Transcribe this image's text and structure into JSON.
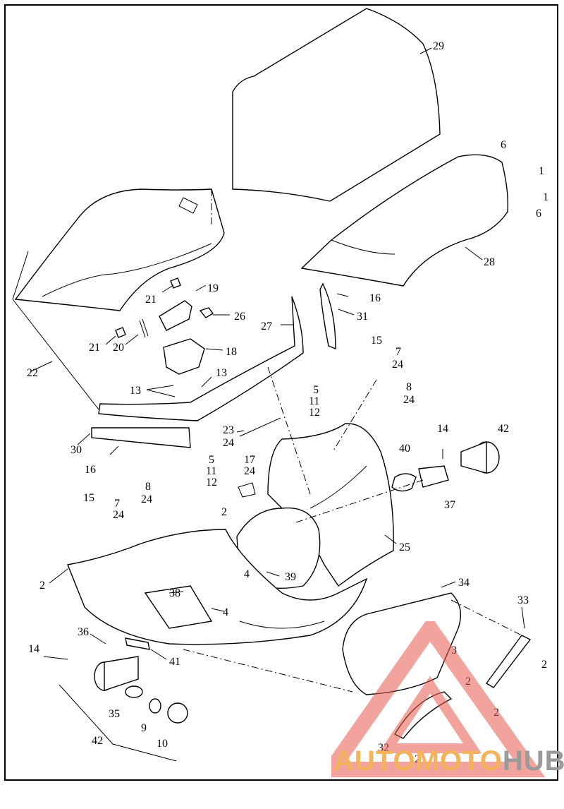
{
  "callouts": {
    "c1a": "1",
    "c1b": "1",
    "c2a": "2",
    "c2b": "2",
    "c2c": "2",
    "c2d": "2",
    "c2e": "2",
    "c2f": "2",
    "c3": "3",
    "c4a": "4",
    "c4b": "4",
    "c5a": "5",
    "c5b": "5",
    "c6a": "6",
    "c6b": "6",
    "c7a": "7",
    "c7b": "7",
    "c8a": "8",
    "c8b": "8",
    "c9": "9",
    "c10": "10",
    "c11a": "11",
    "c11b": "11",
    "c12a": "12",
    "c12b": "12",
    "c13a": "13",
    "c13b": "13",
    "c14a": "14",
    "c14b": "14",
    "c15a": "15",
    "c15b": "15",
    "c16a": "16",
    "c16b": "16",
    "c17": "17",
    "c18": "18",
    "c19": "19",
    "c20": "20",
    "c21a": "21",
    "c21b": "21",
    "c22": "22",
    "c23": "23",
    "c24a": "24",
    "c24b": "24",
    "c24c": "24",
    "c24d": "24",
    "c24e": "24",
    "c24f": "24",
    "c25": "25",
    "c26": "26",
    "c27": "27",
    "c28": "28",
    "c29": "29",
    "c30": "30",
    "c31": "31",
    "c32": "32",
    "c33": "33",
    "c34": "34",
    "c35": "35",
    "c36": "36",
    "c37": "37",
    "c38": "38",
    "c39": "39",
    "c40": "40",
    "c41": "41",
    "c42a": "42",
    "c42b": "42"
  },
  "watermark": {
    "brand_part1": "AUTO",
    "brand_part2": "MOTO",
    "brand_part3": "HUB",
    "colors": {
      "triangle": "#e8574f",
      "brand_orange": "#f4b25a",
      "brand_gray": "#9a9a9a"
    }
  }
}
